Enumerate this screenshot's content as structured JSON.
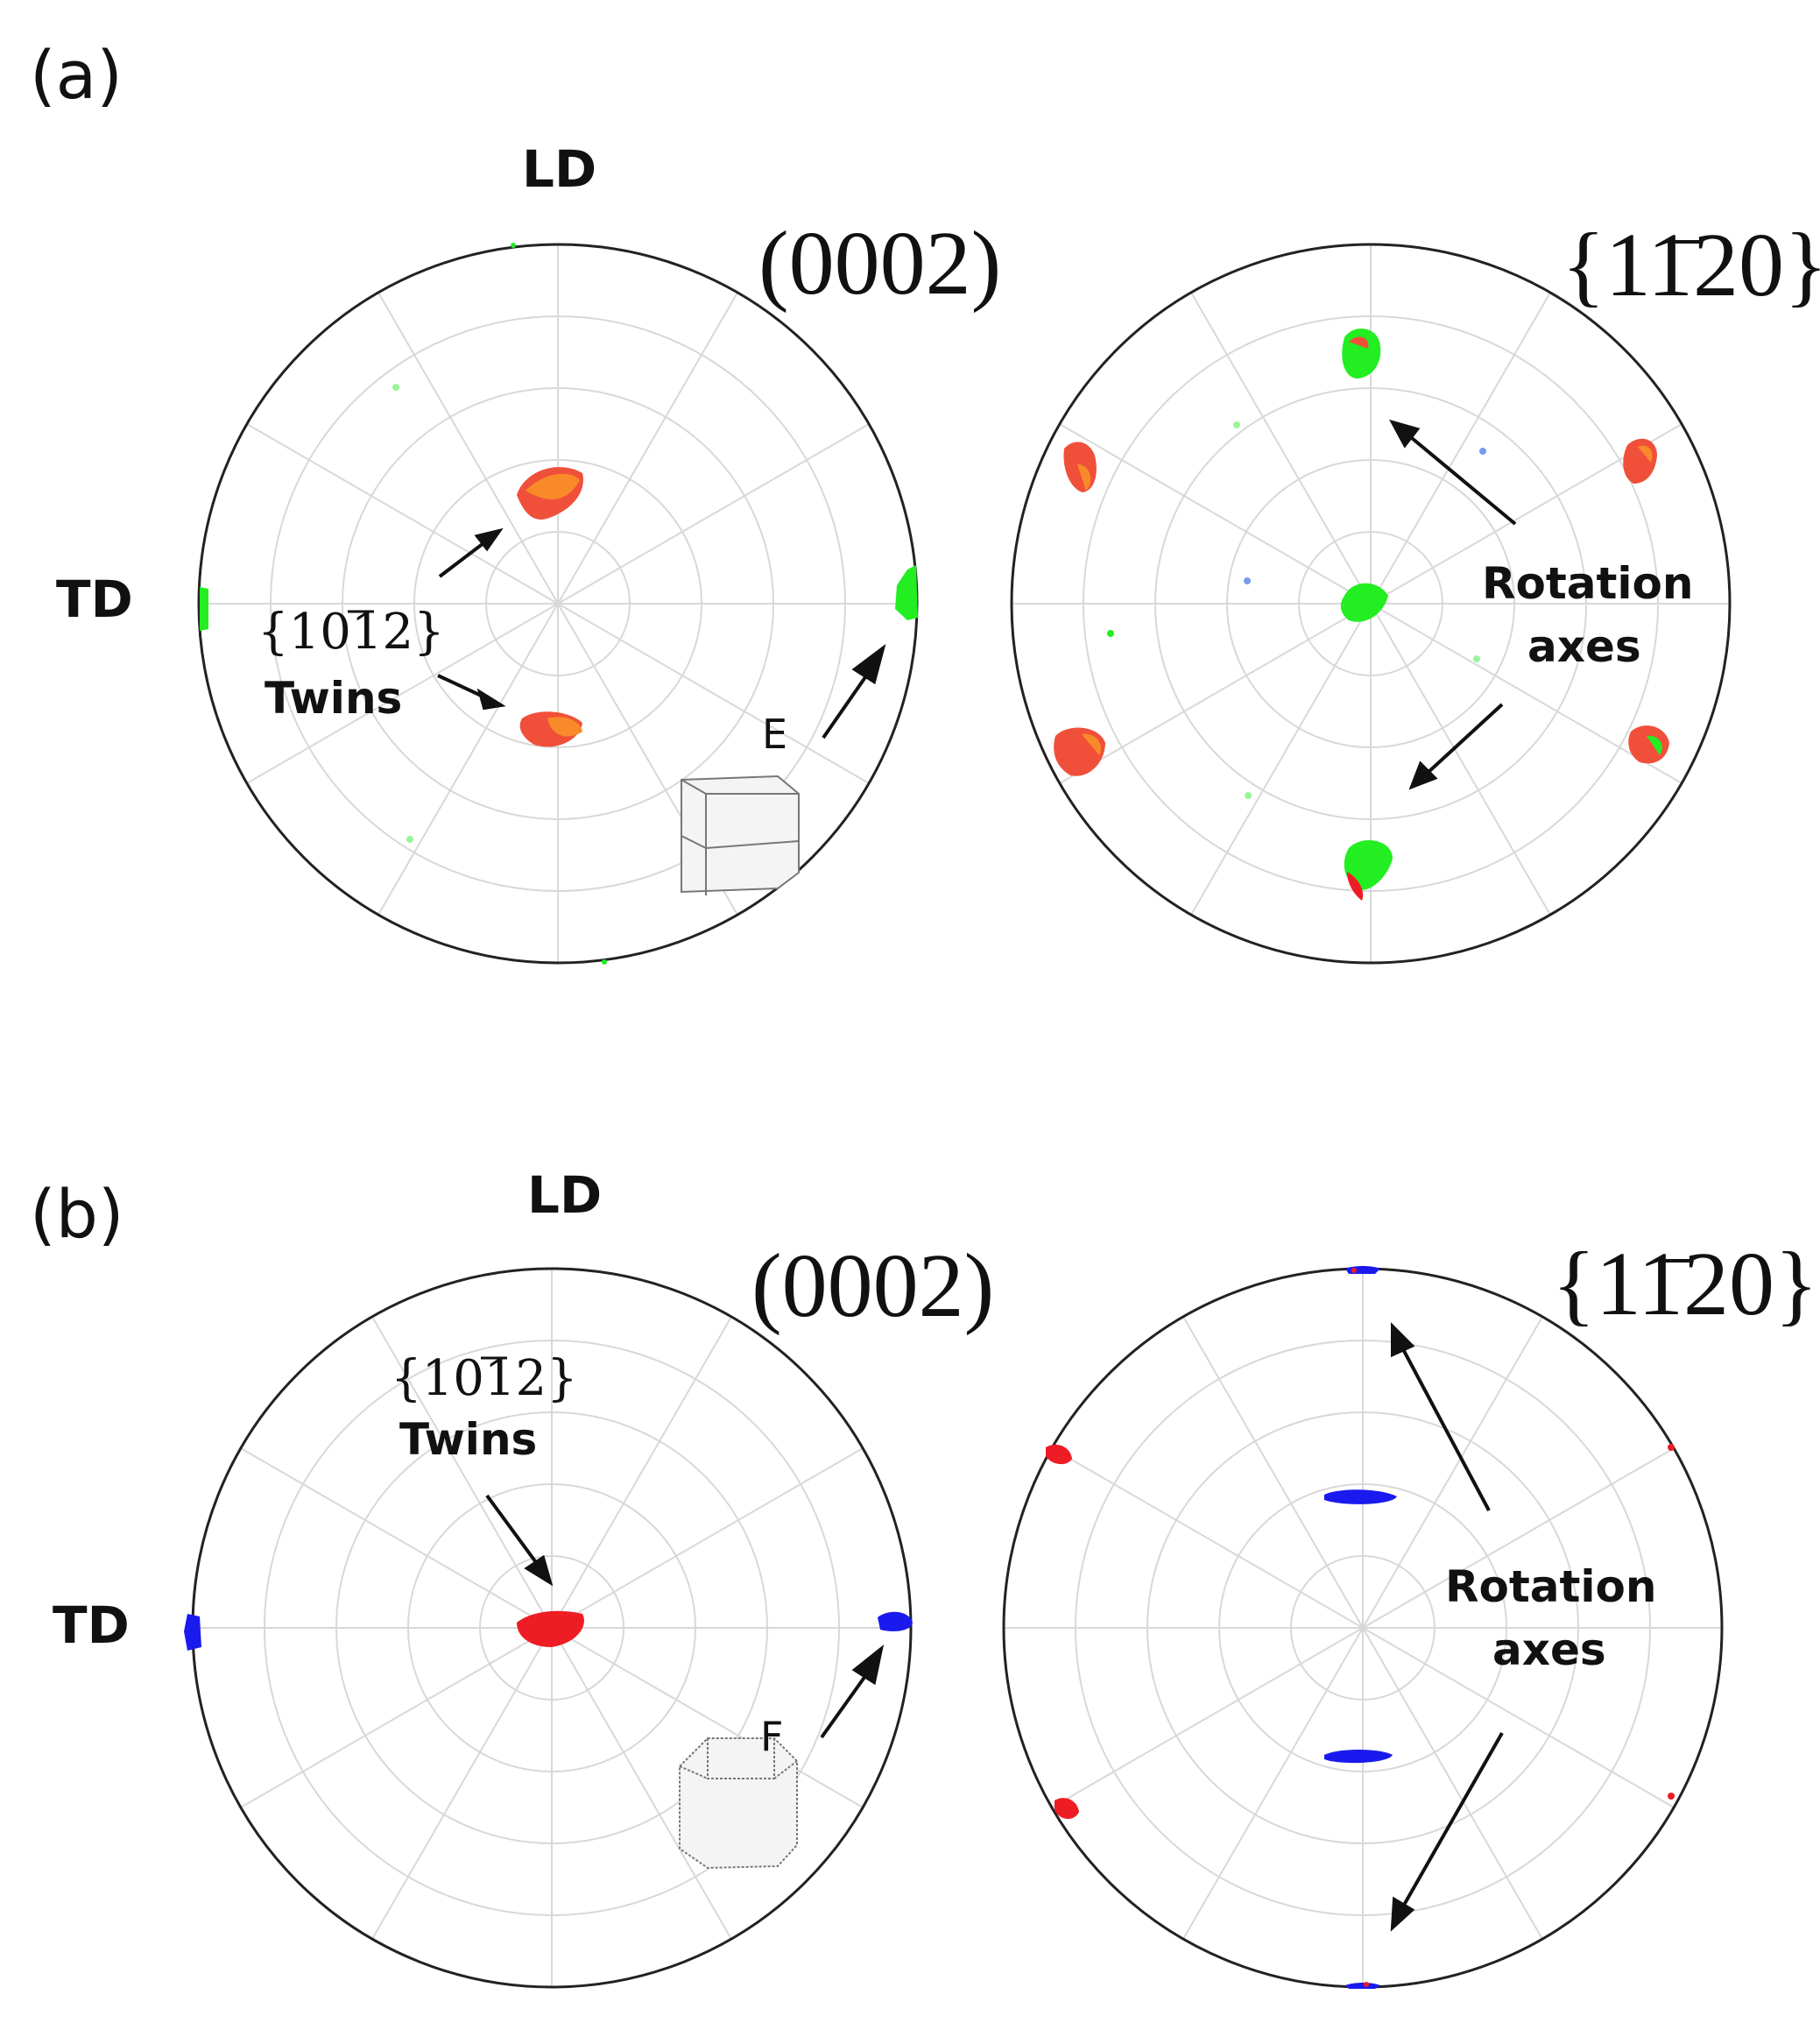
{
  "panels": [
    {
      "id": "a",
      "label": "(a)",
      "ld_label": "LD",
      "td_label": "TD",
      "left_title": "(0002)",
      "right_title": "{1120}",
      "twin_label_index": "{1012}",
      "twin_label_word": "Twins",
      "rotation_label_line1": "Rotation",
      "rotation_label_line2": "axes",
      "load_label": "E"
    },
    {
      "id": "b",
      "label": "(b)",
      "ld_label": "LD",
      "td_label": "TD",
      "left_title": "(0002)",
      "right_title": "{1120}",
      "twin_label_index": "{1012}",
      "twin_label_word": "Twins",
      "rotation_label_line1": "Rotation",
      "rotation_label_line2": "axes",
      "load_label": "F"
    }
  ],
  "colors": {
    "red": "#ee1c24",
    "orange_red": "#f26a2a",
    "green": "#22ee22",
    "light_green": "#9af59a",
    "blue": "#1a1aee",
    "light_blue": "#7a9af0",
    "grid": "#d8d8d8",
    "outline": "#222222"
  }
}
